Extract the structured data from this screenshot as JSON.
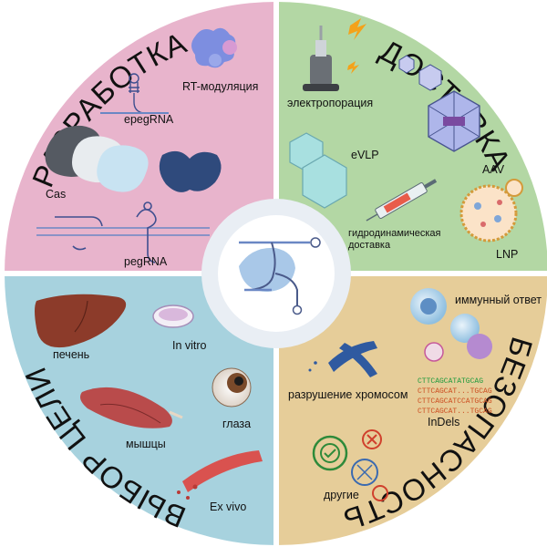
{
  "quadrants": {
    "development": {
      "title": "РАЗРАБОТКА",
      "color": "#e8b4cc",
      "items": {
        "rt": "RT-модуляция",
        "epeg": "epegRNA",
        "cas": "Cas",
        "peg": "pegRNA"
      }
    },
    "delivery": {
      "title": "ДОСТАВКА",
      "color": "#b3d7a4",
      "items": {
        "electro": "электропорация",
        "evlp": "eVLP",
        "aav": "AAV",
        "hydro1": "гидродинамическая",
        "hydro2": "доставка",
        "lnp": "LNP"
      }
    },
    "target": {
      "title": "ВЫБОР ЦЕЛИ",
      "color": "#a7d2de",
      "items": {
        "liver": "печень",
        "invitro": "In vitro",
        "eyes": "глаза",
        "muscles": "мышцы",
        "exvivo": "Ex vivo"
      }
    },
    "safety": {
      "title": "БЕЗОПАСНОСТЬ",
      "color": "#e6cd99",
      "items": {
        "immune": "иммунный ответ",
        "chromo": "разрушение хромосом",
        "indels": "InDels",
        "other": "другие"
      },
      "sequences": [
        "CTTCAGCATATGCAG",
        "CTTCAGCAT...TGCAG",
        "CTTCAGCATCCATGCAG",
        "CTTCAGCAT...TGCAG"
      ]
    }
  },
  "colors": {
    "center_ring": "#e9eef4",
    "divider": "#ffffff",
    "rna": "#6a87c4",
    "protein": "#a9c8e8"
  },
  "icons": [
    "rt-protein-icon",
    "epegrna-icon",
    "cas-protein-icon",
    "pegrna-icon",
    "electroporator-icon",
    "lightning-icon",
    "evlp-capsid-icon",
    "aav-capsid-icon",
    "syringe-icon",
    "lnp-icon",
    "liver-icon",
    "petri-dish-icon",
    "eye-icon",
    "muscle-icon",
    "blood-vessel-icon",
    "immune-cells-icon",
    "chromosome-icon",
    "target-icon",
    "dna-icon"
  ]
}
